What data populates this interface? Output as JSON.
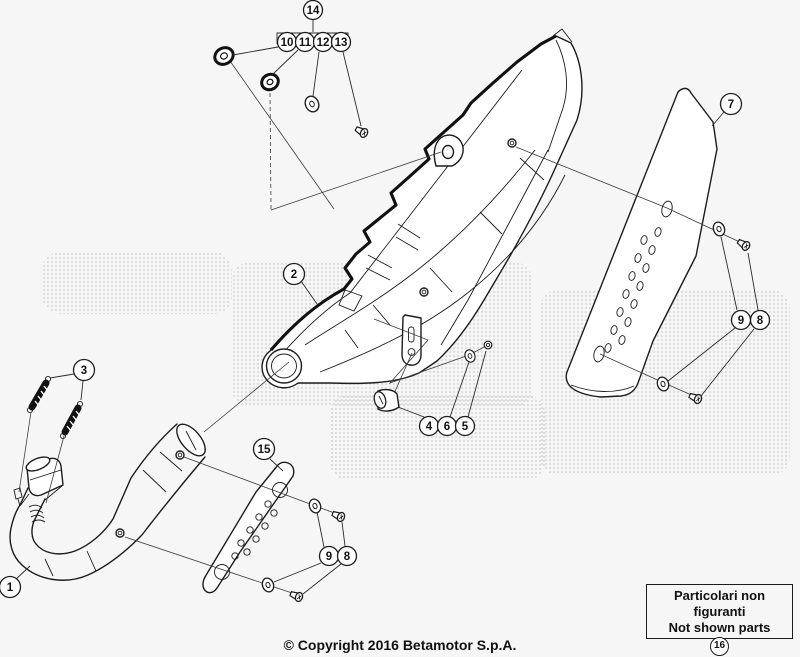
{
  "callouts": {
    "c1": "1",
    "c2": "2",
    "c3": "3",
    "c4": "4",
    "c5": "5",
    "c6": "6",
    "c7": "7",
    "c8": "8",
    "c9": "9",
    "c10": "10",
    "c11": "11",
    "c12": "12",
    "c13": "13",
    "c14": "14",
    "c15": "15",
    "c16": "16"
  },
  "legend_box": {
    "line1": "Particolari non figuranti",
    "line2": "Not shown parts",
    "ref": "16"
  },
  "footer": {
    "copyright": "© Copyright 2016 Betamotor S.p.A."
  },
  "colors": {
    "line": "#1c1c1c",
    "background": "#f6f6f6",
    "watermark_dot": "#b5b5b5",
    "part_fill": "#ffffff"
  }
}
